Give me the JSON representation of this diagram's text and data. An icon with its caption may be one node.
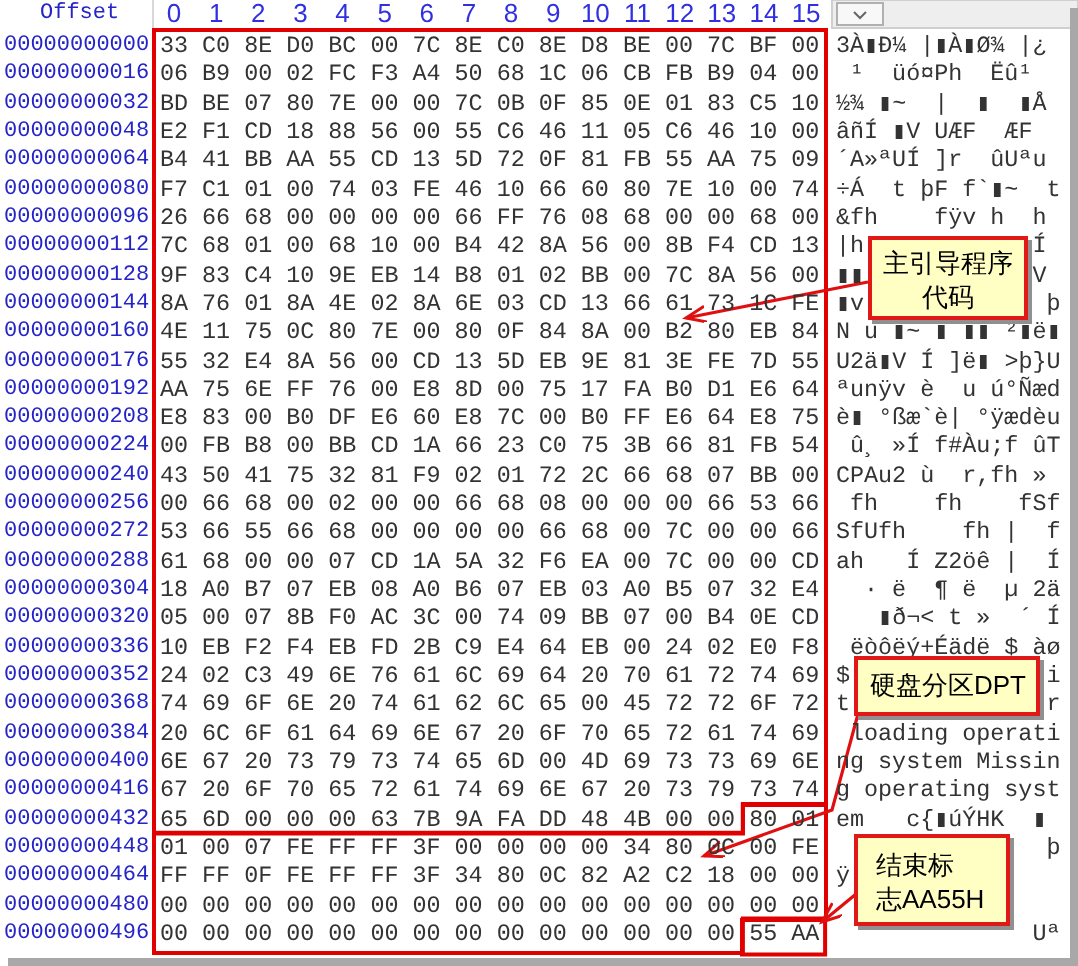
{
  "diagram": {
    "nodes": [
      {
        "text": [],
        "shape": "box"
      },
      {
        "text": [],
        "shape": "box"
      },
      {
        "text": [],
        "shape": "box"
      },
      {
        "text": [
          "主引导程序代码"
        ]
      },
      {
        "text": [
          "硬盘分区DPT"
        ]
      },
      {
        "text": [
          "结束标志AA55H"
        ]
      }
    ],
    "edges": [
      {
        "from": 3,
        "to": 0,
        "arrow": "to"
      },
      {
        "from": 4,
        "to": 1,
        "arrow": "to"
      },
      {
        "from": 5,
        "to": 2,
        "arrow": "to"
      }
    ],
    "labels": [
      "Offset",
      "0",
      "1",
      "2",
      "3",
      "4",
      "5",
      "6",
      "7",
      "8",
      "9",
      "10",
      "11",
      "12",
      "13",
      "14",
      "15",
      "00000000000",
      "33 C0 8E D0 BC 00 7C 8E C0 8E D8 BE 00 7C BF 00",
      "3À▮Ð¼ |▮À▮Ø¾ |¿ ",
      "00000000016",
      "06 B9 00 02 FC F3 A4 50 68 1C 06 CB FB B9 04 00",
      " ¹  üó¤Ph  Ëû¹  ",
      "00000000032",
      "BD BE 07 80 7E 00 00 7C 0B 0F 85 0E 01 83 C5 10",
      "½¾ ▮~  |  ▮  ▮Å ",
      "00000000048",
      "E2 F1 CD 18 88 56 00 55 C6 46 11 05 C6 46 10 00",
      "âñÍ ▮V UÆF  ÆF  ",
      "00000000064",
      "B4 41 BB AA 55 CD 13 5D 72 0F 81 FB 55 AA 75 09",
      "´A»ªUÍ ]r  ûUªu ",
      "00000000080",
      "F7 C1 01 00 74 03 FE 46 10 66 60 80 7E 10 00 74",
      "÷Á  t þF f`▮~  t",
      "00000000096",
      "26 66 68 00 00 00 00 66 FF 76 08 68 00 00 68 00",
      "&fh    fÿv h  h ",
      "00000000112",
      "7C 68 01 00 68 10 00 B4 42 8A 56 00 8B F4 CD 13",
      "|h",
      "Í",
      "00000000128",
      "9F 83 C4 10 9E EB 14 B8 01 02 BB 00 7C 8A 56 00",
      "▮▮",
      "V",
      "00000000144",
      "8A 76 01 8A 4E 02 8A 6E 03 CD 13 66 61 73 1C FE",
      "▮v",
      "þ",
      "00000000160",
      "4E 11 75 0C 80 7E 00 80 0F 84 8A 00 B2 80 EB 84",
      "N u ▮~ ▮ ▮▮ ²▮ë▮",
      "00000000176",
      "55 32 E4 8A 56 00 CD 13 5D EB 9E 81 3E FE 7D 55",
      "U2ä▮V Í ]ë▮ >þ}U",
      "00000000192",
      "AA 75 6E FF 76 00 E8 8D 00 75 17 FA B0 D1 E6 64",
      "ªunÿv è  u ú°Ñæd",
      "00000000208",
      "E8 83 00 B0 DF E6 60 E8 7C 00 B0 FF E6 64 E8 75",
      "è▮ °ßæ`è| °ÿædèu",
      "00000000224",
      "00 FB B8 00 BB CD 1A 66 23 C0 75 3B 66 81 FB 54",
      " û¸ »Í f#Àu;f ûT",
      "00000000240",
      "43 50 41 75 32 81 F9 02 01 72 2C 66 68 07 BB 00",
      "CPAu2 ù  r,fh » ",
      "00000000256",
      "00 66 68 00 02 00 00 66 68 08 00 00 00 66 53 66",
      " fh    fh    fSf",
      "00000000272",
      "53 66 55 66 68 00 00 00 00 66 68 00 7C 00 00 66",
      "SfUfh    fh |  f",
      "00000000288",
      "61 68 00 00 07 CD 1A 5A 32 F6 EA 00 7C 00 00 CD",
      "ah   Í Z2öê |  Í",
      "00000000304",
      "18 A0 B7 07 EB 08 A0 B6 07 EB 03 A0 B5 07 32 E4",
      "  · ë  ¶ ë  µ 2ä",
      "00000000320",
      "05 00 07 8B F0 AC 3C 00 74 09 BB 07 00 B4 0E CD",
      "   ▮ð¬< t »  ´ Í",
      "00000000336",
      "10 EB F2 F4 EB FD 2B C9 E4 64 EB 00 24 02 E0 F8",
      " ëòôëý+Éädë $ àø",
      "00000000352",
      "24 02 C3 49 6E 76 61 6C 69 64 20 70 61 72 74 69",
      "$",
      "i",
      "00000000368",
      "74 69 6F 6E 20 74 61 62 6C 65 00 45 72 72 6F 72",
      "t",
      "r",
      "00000000384",
      "20 6C 6F 61 64 69 6E 67 20 6F 70 65 72 61 74 69",
      " loading operati",
      "00000000400",
      "6E 67 20 73 79 73 74 65 6D 00 4D 69 73 73 69 6E",
      "ng system Missin",
      "00000000416",
      "67 20 6F 70 65 72 61 74 69 6E 67 20 73 79 73 74",
      "g operating syst",
      "00000000432",
      "65 6D 00 00 00 63 7B 9A FA DD 48 4B 00 00 80 01",
      "em   c{▮úÝHK  ▮ ",
      "00000000448",
      "01 00 07 FE FF FF 3F 00 00 00 00 34 80 0C 00 FE",
      "þ",
      "00000000464",
      "FF FF 0F FE FF FF 3F 34 80 0C 82 A2 C2 18 00 00",
      "ÿ",
      "00000000480",
      "00 00 00 00 00 00 00 00 00 00 00 00 00 00 00 00",
      "00000000496",
      "00 00 00 00 00 00 00 00 00 00 00 00 00 00 55 AA",
      "              Uª"
    ]
  }
}
